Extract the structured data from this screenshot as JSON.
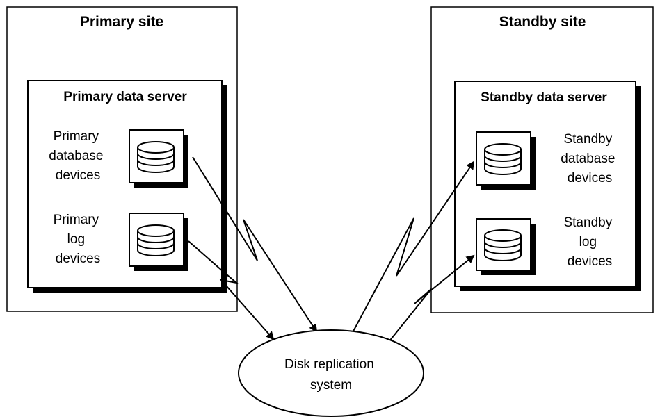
{
  "primary_site": {
    "title": "Primary site",
    "server": {
      "title": "Primary data server",
      "database_devices": {
        "label_lines": [
          "Primary",
          "database",
          "devices"
        ],
        "icon": "database-icon"
      },
      "log_devices": {
        "label_lines": [
          "Primary",
          "log",
          "devices"
        ],
        "icon": "database-icon"
      }
    }
  },
  "standby_site": {
    "title": "Standby site",
    "server": {
      "title": "Standby data server",
      "database_devices": {
        "label_lines": [
          "Standby",
          "database",
          "devices"
        ],
        "icon": "database-icon"
      },
      "log_devices": {
        "label_lines": [
          "Standby",
          "log",
          "devices"
        ],
        "icon": "database-icon"
      }
    }
  },
  "replication_system": {
    "label_lines": [
      "Disk replication",
      "system"
    ]
  },
  "colors": {
    "stroke": "#000000",
    "background": "#ffffff",
    "shadow": "#000000"
  }
}
